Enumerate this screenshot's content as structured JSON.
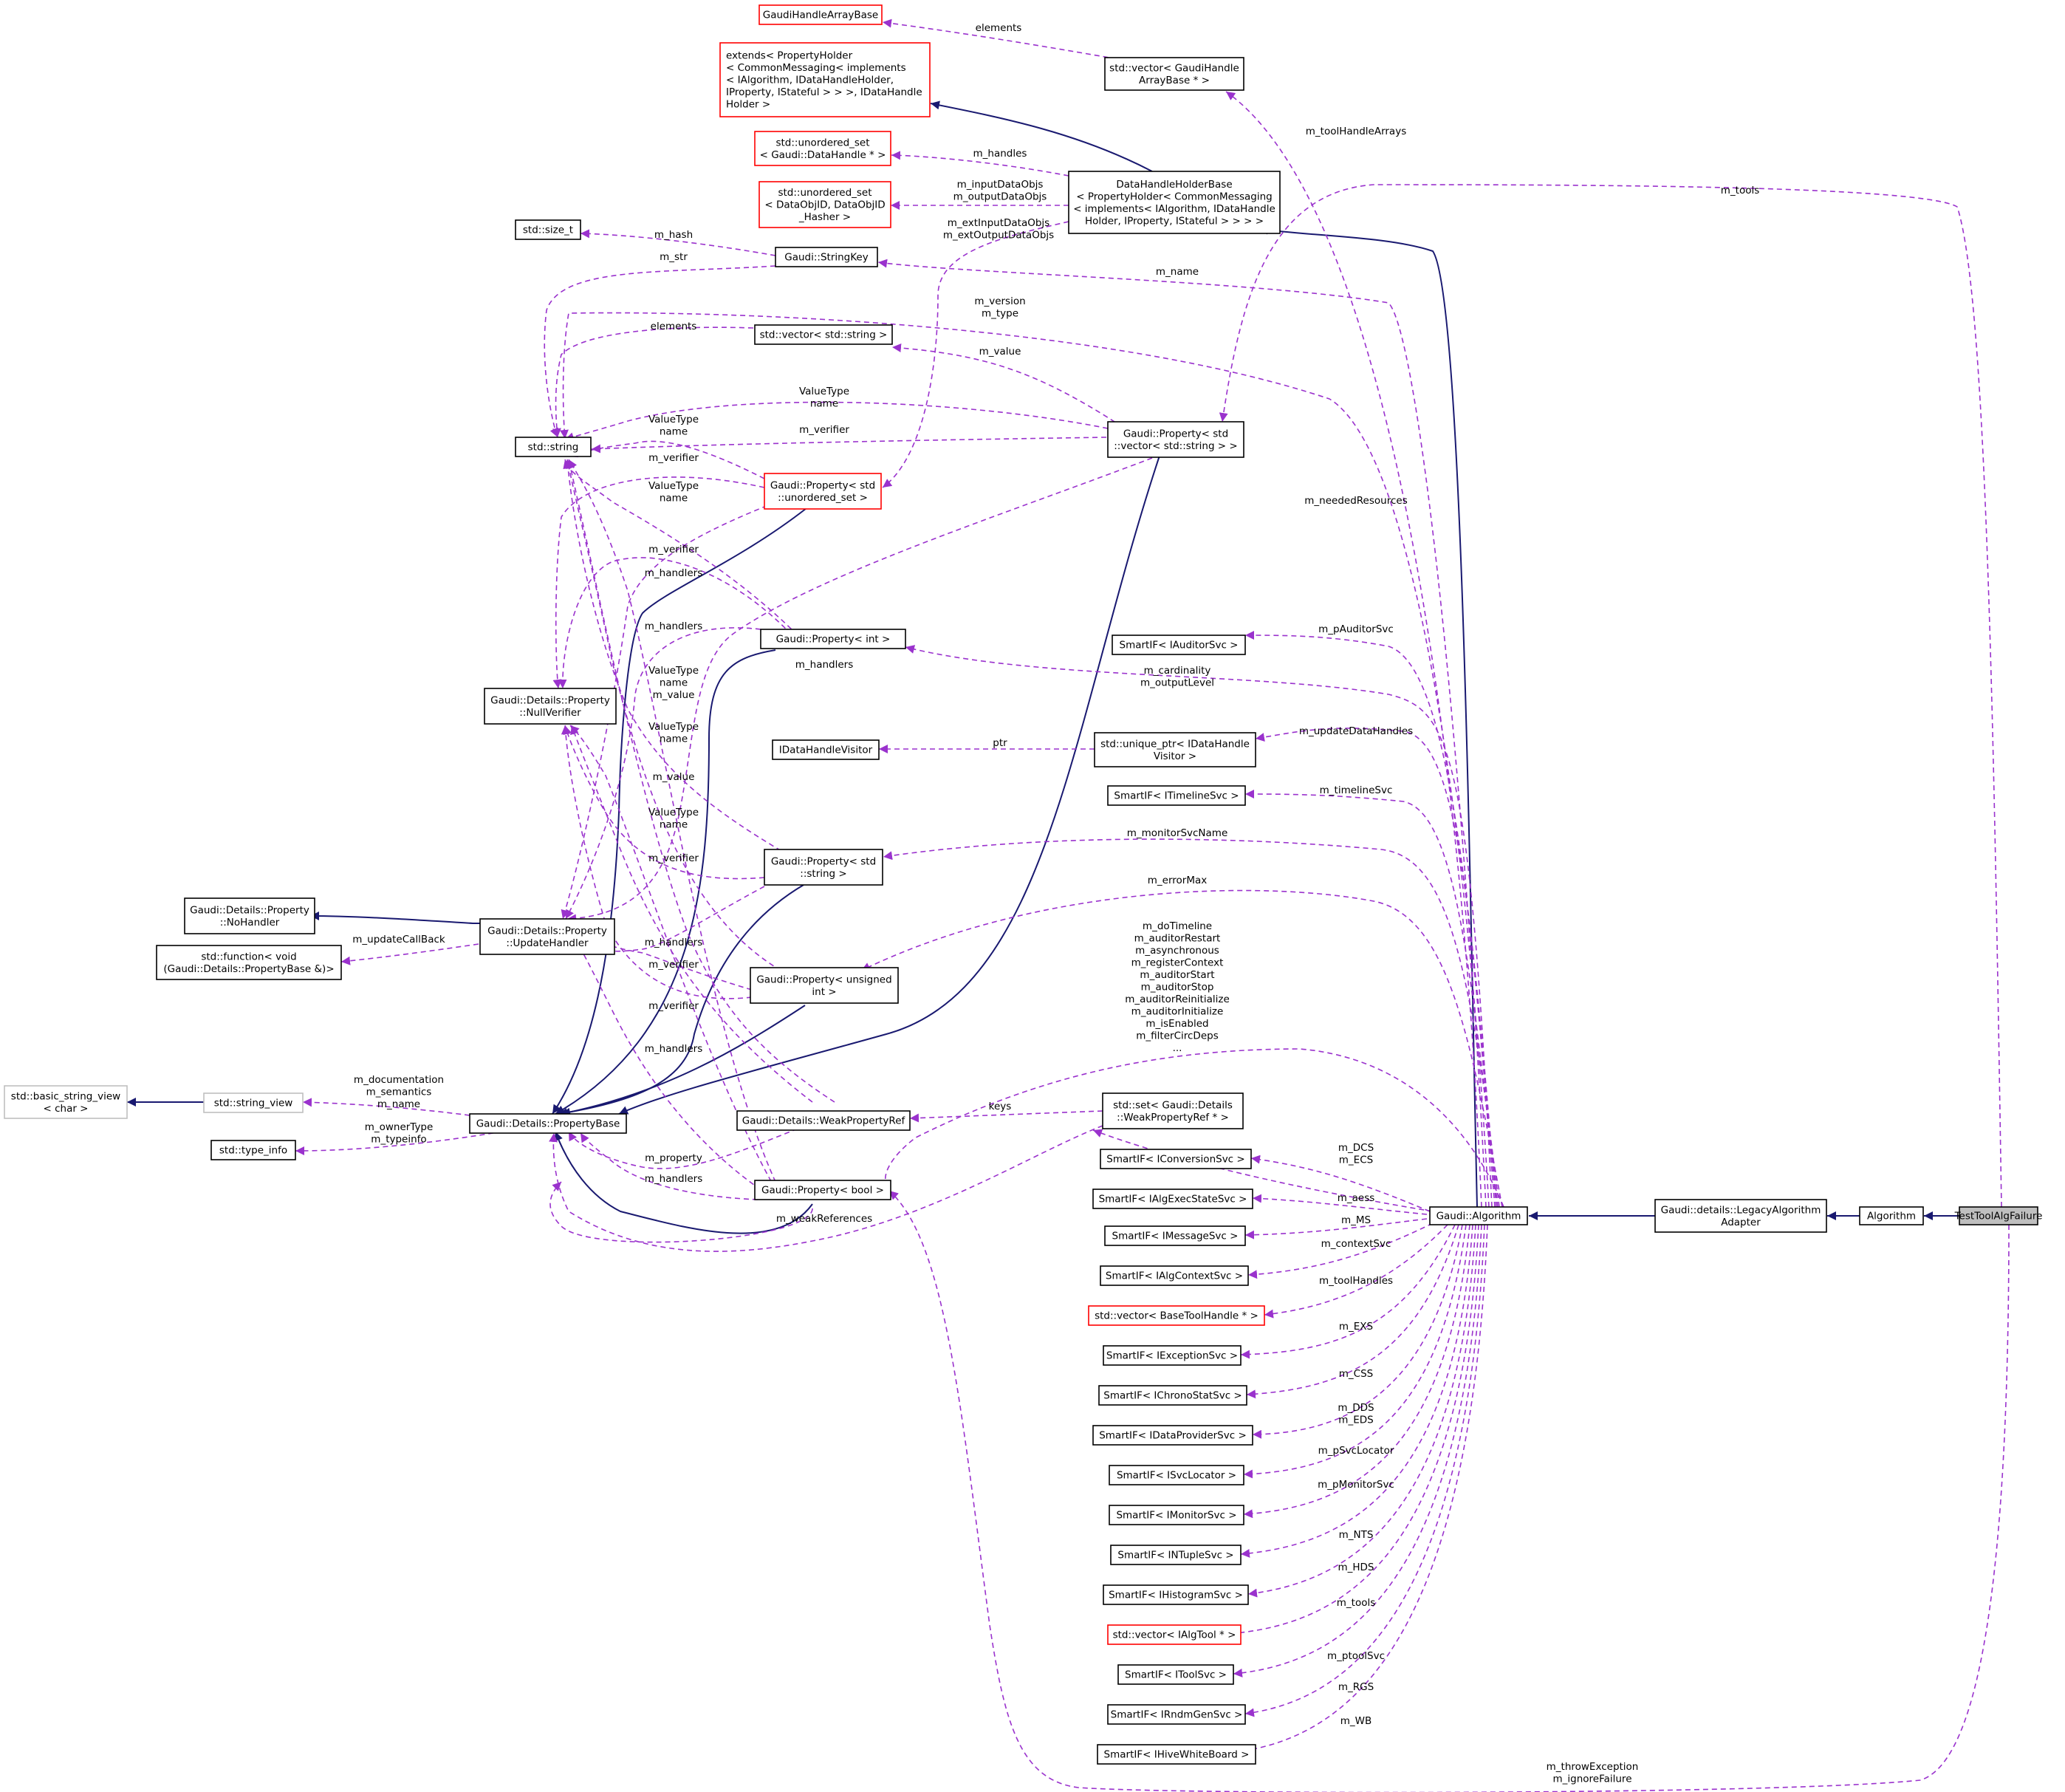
{
  "diagram": {
    "type": "doxygen-collaboration-graph",
    "nodes": [
      {
        "id": "testtool",
        "lines": [
          "TestToolAlgFailure"
        ],
        "style": "focus"
      },
      {
        "id": "algorithm",
        "lines": [
          "Algorithm"
        ],
        "style": "normal"
      },
      {
        "id": "legacy",
        "lines": [
          "Gaudi::details::LegacyAlgorithm",
          "Adapter"
        ],
        "style": "normal"
      },
      {
        "id": "gaudialg",
        "lines": [
          "Gaudi::Algorithm"
        ],
        "style": "normal"
      },
      {
        "id": "dhhb",
        "lines": [
          "DataHandleHolderBase",
          "< PropertyHolder< CommonMessaging",
          "< implements< IAlgorithm, IDataHandle",
          "Holder, IProperty, IStateful > > > >"
        ],
        "style": "normal"
      },
      {
        "id": "extends",
        "lines": [
          "extends< PropertyHolder",
          "< CommonMessaging< implements",
          "< IAlgorithm, IDataHandleHolder,",
          "IProperty, IStateful > > >, IDataHandle",
          "Holder >"
        ],
        "style": "red"
      },
      {
        "id": "ghab",
        "lines": [
          "GaudiHandleArrayBase"
        ],
        "style": "red"
      },
      {
        "id": "vec_ghab",
        "lines": [
          "std::vector< GaudiHandle",
          "ArrayBase * >"
        ],
        "style": "normal"
      },
      {
        "id": "uset_dh",
        "lines": [
          "std::unordered_set",
          "< Gaudi::DataHandle * >"
        ],
        "style": "red"
      },
      {
        "id": "uset_doid",
        "lines": [
          "std::unordered_set",
          "< DataObjID, DataObjID",
          "_Hasher >"
        ],
        "style": "red"
      },
      {
        "id": "size_t",
        "lines": [
          "std::size_t"
        ],
        "style": "normal"
      },
      {
        "id": "stringkey",
        "lines": [
          "Gaudi::StringKey"
        ],
        "style": "normal"
      },
      {
        "id": "vec_string",
        "lines": [
          "std::vector< std::string >"
        ],
        "style": "normal"
      },
      {
        "id": "string",
        "lines": [
          "std::string"
        ],
        "style": "normal"
      },
      {
        "id": "prop_vecstr",
        "lines": [
          "Gaudi::Property< std",
          "::vector< std::string > >"
        ],
        "style": "normal"
      },
      {
        "id": "prop_uset",
        "lines": [
          "Gaudi::Property< std",
          "::unordered_set >"
        ],
        "style": "red"
      },
      {
        "id": "prop_int",
        "lines": [
          "Gaudi::Property< int >"
        ],
        "style": "normal"
      },
      {
        "id": "nullverifier",
        "lines": [
          "Gaudi::Details::Property",
          "::NullVerifier"
        ],
        "style": "normal"
      },
      {
        "id": "auditor",
        "lines": [
          "SmartIF< IAuditorSvc >"
        ],
        "style": "normal"
      },
      {
        "id": "idhv",
        "lines": [
          "IDataHandleVisitor"
        ],
        "style": "normal"
      },
      {
        "id": "uptr_idhv",
        "lines": [
          "std::unique_ptr< IDataHandle",
          "Visitor >"
        ],
        "style": "normal"
      },
      {
        "id": "timeline",
        "lines": [
          "SmartIF< ITimelineSvc >"
        ],
        "style": "normal"
      },
      {
        "id": "prop_string",
        "lines": [
          "Gaudi::Property< std",
          "::string >"
        ],
        "style": "normal"
      },
      {
        "id": "nohandler",
        "lines": [
          "Gaudi::Details::Property",
          "::NoHandler"
        ],
        "style": "normal"
      },
      {
        "id": "updatehandler",
        "lines": [
          "Gaudi::Details::Property",
          "::UpdateHandler"
        ],
        "style": "normal"
      },
      {
        "id": "function",
        "lines": [
          "std::function< void",
          "(Gaudi::Details::PropertyBase &)>"
        ],
        "style": "normal"
      },
      {
        "id": "prop_uint",
        "lines": [
          "Gaudi::Property< unsigned",
          "int >"
        ],
        "style": "normal"
      },
      {
        "id": "bsv",
        "lines": [
          "std::basic_string_view",
          "< char >"
        ],
        "style": "grey"
      },
      {
        "id": "string_view",
        "lines": [
          "std::string_view"
        ],
        "style": "grey"
      },
      {
        "id": "propbase",
        "lines": [
          "Gaudi::Details::PropertyBase"
        ],
        "style": "normal"
      },
      {
        "id": "type_info",
        "lines": [
          "std::type_info"
        ],
        "style": "normal"
      },
      {
        "id": "weakref",
        "lines": [
          "Gaudi::Details::WeakPropertyRef"
        ],
        "style": "normal"
      },
      {
        "id": "set_weakref",
        "lines": [
          "std::set< Gaudi::Details",
          "::WeakPropertyRef * >"
        ],
        "style": "normal"
      },
      {
        "id": "prop_bool",
        "lines": [
          "Gaudi::Property< bool >"
        ],
        "style": "normal"
      },
      {
        "id": "conversion",
        "lines": [
          "SmartIF< IConversionSvc >"
        ],
        "style": "normal"
      },
      {
        "id": "execstate",
        "lines": [
          "SmartIF< IAlgExecStateSvc >"
        ],
        "style": "normal"
      },
      {
        "id": "message",
        "lines": [
          "SmartIF< IMessageSvc >"
        ],
        "style": "normal"
      },
      {
        "id": "context",
        "lines": [
          "SmartIF< IAlgContextSvc >"
        ],
        "style": "normal"
      },
      {
        "id": "vec_btoolh",
        "lines": [
          "std::vector< BaseToolHandle * >"
        ],
        "style": "red"
      },
      {
        "id": "exception",
        "lines": [
          "SmartIF< IExceptionSvc >"
        ],
        "style": "normal"
      },
      {
        "id": "chrono",
        "lines": [
          "SmartIF< IChronoStatSvc >"
        ],
        "style": "normal"
      },
      {
        "id": "dataprov",
        "lines": [
          "SmartIF< IDataProviderSvc >"
        ],
        "style": "normal"
      },
      {
        "id": "svcloc",
        "lines": [
          "SmartIF< ISvcLocator >"
        ],
        "style": "normal"
      },
      {
        "id": "monitor",
        "lines": [
          "SmartIF< IMonitorSvc >"
        ],
        "style": "normal"
      },
      {
        "id": "ntuple",
        "lines": [
          "SmartIF< INTupleSvc >"
        ],
        "style": "normal"
      },
      {
        "id": "histo",
        "lines": [
          "SmartIF< IHistogramSvc >"
        ],
        "style": "normal"
      },
      {
        "id": "vec_algtool",
        "lines": [
          "std::vector< IAlgTool * >"
        ],
        "style": "red"
      },
      {
        "id": "toolsvc",
        "lines": [
          "SmartIF< IToolSvc >"
        ],
        "style": "normal"
      },
      {
        "id": "rndm",
        "lines": [
          "SmartIF< IRndmGenSvc >"
        ],
        "style": "normal"
      },
      {
        "id": "hive",
        "lines": [
          "SmartIF< IHiveWhiteBoard >"
        ],
        "style": "normal"
      }
    ],
    "edge_labels": [
      {
        "id": "elements1",
        "lines": [
          "elements"
        ]
      },
      {
        "id": "m_handles",
        "lines": [
          "m_handles"
        ]
      },
      {
        "id": "inout",
        "lines": [
          "m_inputDataObjs",
          "m_outputDataObjs"
        ]
      },
      {
        "id": "ext",
        "lines": [
          "m_extInputDataObjs",
          "m_extOutputDataObjs"
        ]
      },
      {
        "id": "m_hash",
        "lines": [
          "m_hash"
        ]
      },
      {
        "id": "m_str",
        "lines": [
          "m_str"
        ]
      },
      {
        "id": "m_toolHandleArrays",
        "lines": [
          "m_toolHandleArrays"
        ]
      },
      {
        "id": "m_tools_top",
        "lines": [
          "m_tools"
        ]
      },
      {
        "id": "m_name",
        "lines": [
          "m_name"
        ]
      },
      {
        "id": "version",
        "lines": [
          "m_version",
          "m_type"
        ]
      },
      {
        "id": "elements2",
        "lines": [
          "elements"
        ]
      },
      {
        "id": "m_value1",
        "lines": [
          "m_value"
        ]
      },
      {
        "id": "vtn1",
        "lines": [
          "ValueType",
          "name"
        ]
      },
      {
        "id": "verifier1",
        "lines": [
          "m_verifier"
        ]
      },
      {
        "id": "vtn2",
        "lines": [
          "ValueType",
          "name"
        ]
      },
      {
        "id": "verifier2",
        "lines": [
          "m_verifier"
        ]
      },
      {
        "id": "vtn3",
        "lines": [
          "ValueType",
          "name"
        ]
      },
      {
        "id": "neededres",
        "lines": [
          "m_neededResources"
        ]
      },
      {
        "id": "verifier3",
        "lines": [
          "m_verifier"
        ]
      },
      {
        "id": "handlers1",
        "lines": [
          "m_handlers"
        ]
      },
      {
        "id": "handlers2",
        "lines": [
          "m_handlers"
        ]
      },
      {
        "id": "pauditor",
        "lines": [
          "m_pAuditorSvc"
        ]
      },
      {
        "id": "handlers3",
        "lines": [
          "m_handlers"
        ]
      },
      {
        "id": "card",
        "lines": [
          "m_cardinality",
          "m_outputLevel"
        ]
      },
      {
        "id": "vtnv",
        "lines": [
          "ValueType",
          "name",
          "m_value"
        ]
      },
      {
        "id": "updatedh",
        "lines": [
          "m_updateDataHandles"
        ]
      },
      {
        "id": "vtn4",
        "lines": [
          "ValueType",
          "name"
        ]
      },
      {
        "id": "ptr",
        "lines": [
          "ptr"
        ]
      },
      {
        "id": "timelinesvc",
        "lines": [
          "m_timelineSvc"
        ]
      },
      {
        "id": "m_value2",
        "lines": [
          "m_value"
        ]
      },
      {
        "id": "vtn5",
        "lines": [
          "ValueType",
          "name"
        ]
      },
      {
        "id": "monitorname",
        "lines": [
          "m_monitorSvcName"
        ]
      },
      {
        "id": "verifier4",
        "lines": [
          "m_verifier"
        ]
      },
      {
        "id": "errormax",
        "lines": [
          "m_errorMax"
        ]
      },
      {
        "id": "updatecb",
        "lines": [
          "m_updateCallBack"
        ]
      },
      {
        "id": "handlers4",
        "lines": [
          "m_handlers"
        ]
      },
      {
        "id": "bools",
        "lines": [
          "m_doTimeline",
          "m_auditorRestart",
          "m_asynchronous",
          "m_registerContext",
          "m_auditorStart",
          "m_auditorStop",
          "m_auditorReinitialize",
          "m_auditorInitialize",
          "m_isEnabled",
          "m_filterCircDeps",
          "..."
        ]
      },
      {
        "id": "verifier5",
        "lines": [
          "m_verifier"
        ]
      },
      {
        "id": "verifier6",
        "lines": [
          "m_verifier"
        ]
      },
      {
        "id": "handlers5",
        "lines": [
          "m_handlers"
        ]
      },
      {
        "id": "docs",
        "lines": [
          "m_documentation",
          "m_semantics",
          "m_name"
        ]
      },
      {
        "id": "keys",
        "lines": [
          "keys"
        ]
      },
      {
        "id": "ownertype",
        "lines": [
          "m_ownerType",
          "m_typeinfo"
        ]
      },
      {
        "id": "dcs",
        "lines": [
          "m_DCS",
          "m_ECS"
        ]
      },
      {
        "id": "property",
        "lines": [
          "m_property"
        ]
      },
      {
        "id": "handlers6",
        "lines": [
          "m_handlers"
        ]
      },
      {
        "id": "aess",
        "lines": [
          "m_aess"
        ]
      },
      {
        "id": "weakrefs",
        "lines": [
          "m_weakReferences"
        ]
      },
      {
        "id": "ms",
        "lines": [
          "m_MS"
        ]
      },
      {
        "id": "contextsvc",
        "lines": [
          "m_contextSvc"
        ]
      },
      {
        "id": "toolhandles",
        "lines": [
          "m_toolHandles"
        ]
      },
      {
        "id": "exs",
        "lines": [
          "m_EXS"
        ]
      },
      {
        "id": "css",
        "lines": [
          "m_CSS"
        ]
      },
      {
        "id": "dds",
        "lines": [
          "m_DDS",
          "m_EDS"
        ]
      },
      {
        "id": "psvcloc",
        "lines": [
          "m_pSvcLocator"
        ]
      },
      {
        "id": "pmonitor",
        "lines": [
          "m_pMonitorSvc"
        ]
      },
      {
        "id": "nts",
        "lines": [
          "m_NTS"
        ]
      },
      {
        "id": "hds",
        "lines": [
          "m_HDS"
        ]
      },
      {
        "id": "tools_bottom",
        "lines": [
          "m_tools"
        ]
      },
      {
        "id": "ptoolsvc",
        "lines": [
          "m_ptoolSvc"
        ]
      },
      {
        "id": "rgs",
        "lines": [
          "m_RGS"
        ]
      },
      {
        "id": "wb",
        "lines": [
          "m_WB"
        ]
      },
      {
        "id": "throwexc",
        "lines": [
          "m_throwException",
          "m_ignoreFailure"
        ]
      }
    ]
  }
}
